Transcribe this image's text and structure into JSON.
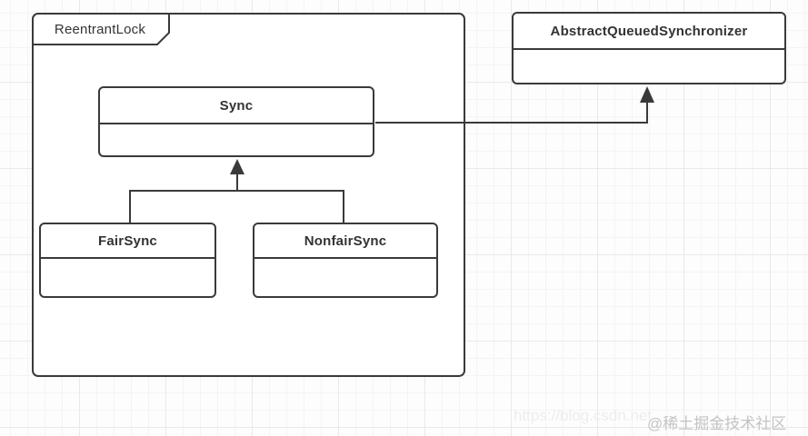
{
  "diagram": {
    "type": "uml-class-diagram",
    "package": {
      "label": "ReentrantLock"
    },
    "classes": {
      "sync": {
        "name": "Sync",
        "members": ""
      },
      "fair_sync": {
        "name": "FairSync",
        "members": ""
      },
      "nonfair_sync": {
        "name": "NonfairSync",
        "members": ""
      },
      "aqs": {
        "name": "AbstractQueuedSynchronizer",
        "members": ""
      }
    },
    "relations": [
      {
        "from": "FairSync",
        "to": "Sync",
        "type": "generalization-arrow"
      },
      {
        "from": "NonfairSync",
        "to": "Sync",
        "type": "generalization-arrow"
      },
      {
        "from": "Sync",
        "to": "AbstractQueuedSynchronizer",
        "type": "generalization-arrow"
      }
    ]
  },
  "watermarks": {
    "url": "https://blog.csdn.net",
    "community": "@稀土掘金技术社区"
  },
  "colors": {
    "stroke": "#3a3a3a",
    "text": "#333333",
    "box_fill": "#ffffff",
    "grid_minor": "#f4f4f4",
    "grid_major": "#e9e9e9",
    "watermark_community": "#c4c4c4",
    "watermark_url": "#ededed"
  }
}
